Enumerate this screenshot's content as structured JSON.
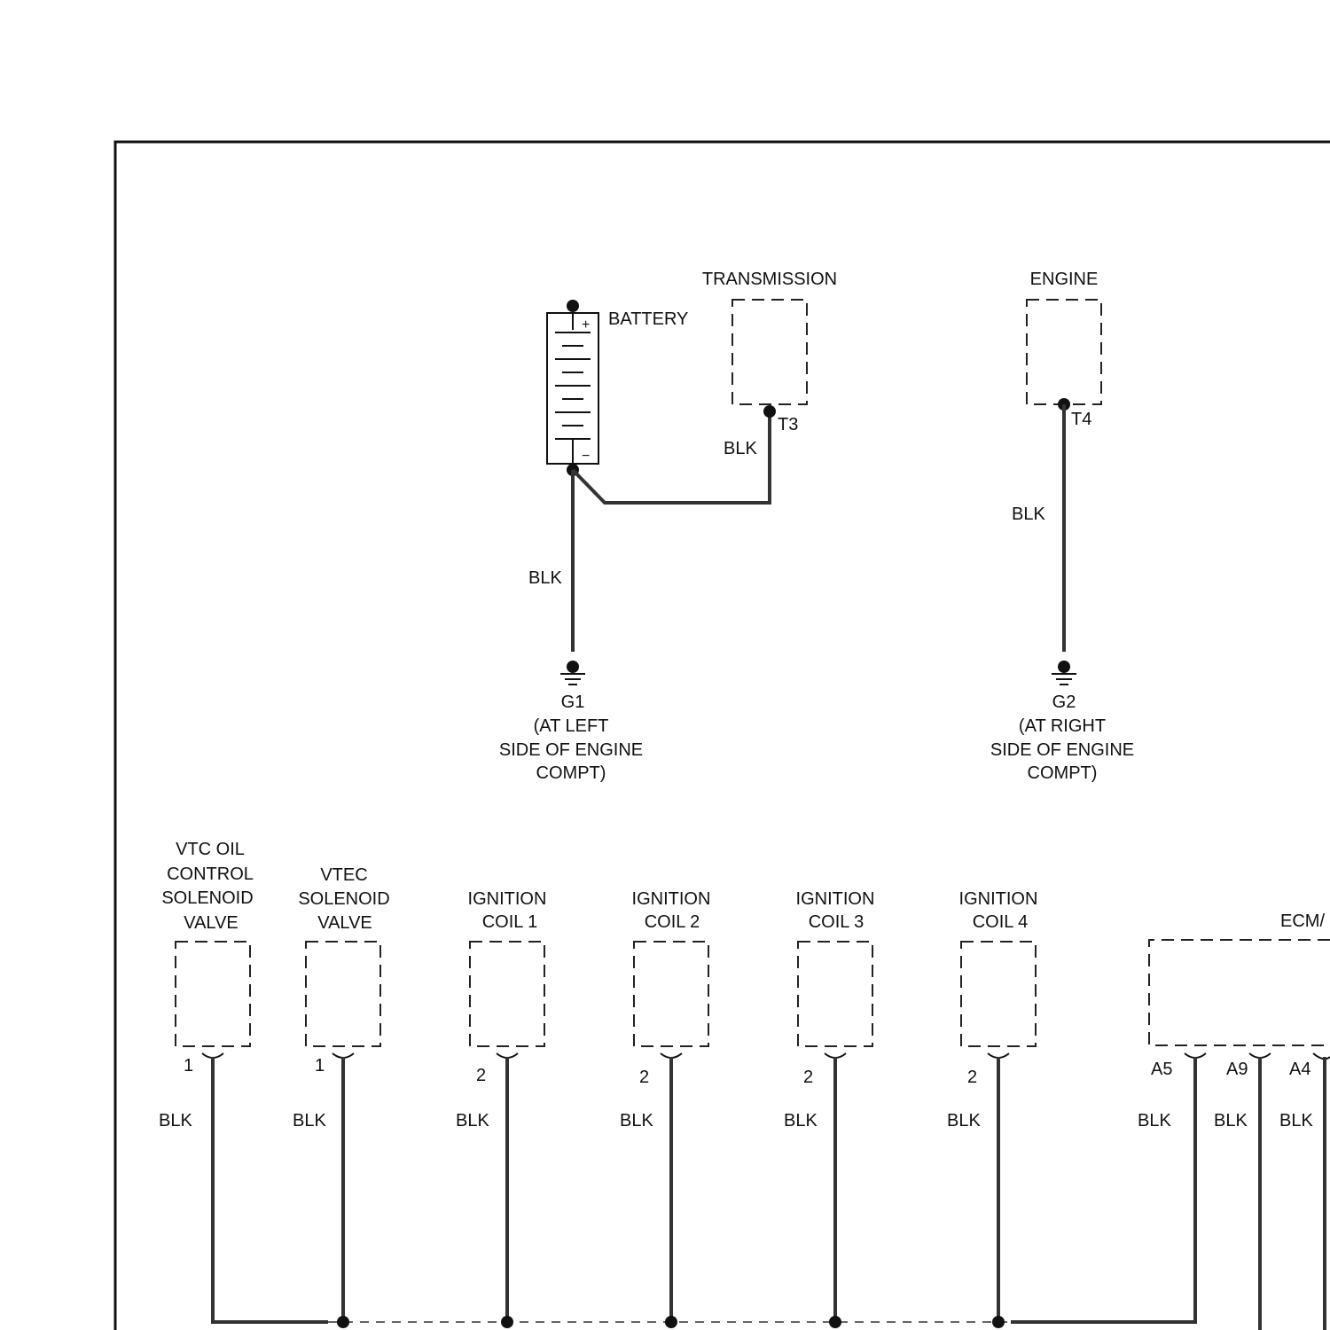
{
  "battery": {
    "label": "BATTERY",
    "plus": "+",
    "minus": "−"
  },
  "transmission": {
    "label": "TRANSMISSION",
    "terminal": "T3",
    "wire_color": "BLK"
  },
  "engine": {
    "label": "ENGINE",
    "terminal": "T4",
    "wire_color": "BLK"
  },
  "ground_g1": {
    "id": "G1",
    "location_lines": [
      "(AT LEFT",
      "SIDE OF ENGINE",
      "COMPT)"
    ],
    "wire_color": "BLK"
  },
  "ground_g2": {
    "id": "G2",
    "location_lines": [
      "(AT RIGHT",
      "SIDE OF ENGINE",
      "COMPT)"
    ],
    "wire_color": "BLK"
  },
  "components": [
    {
      "lines": [
        "VTC OIL",
        "CONTROL",
        "SOLENOID",
        "VALVE"
      ],
      "pin": "1",
      "wire_color": "BLK"
    },
    {
      "lines": [
        "VTEC",
        "SOLENOID",
        "VALVE"
      ],
      "pin": "1",
      "wire_color": "BLK"
    },
    {
      "lines": [
        "IGNITION",
        "COIL 1"
      ],
      "pin": "2",
      "wire_color": "BLK"
    },
    {
      "lines": [
        "IGNITION",
        "COIL 2"
      ],
      "pin": "2",
      "wire_color": "BLK"
    },
    {
      "lines": [
        "IGNITION",
        "COIL 3"
      ],
      "pin": "2",
      "wire_color": "BLK"
    },
    {
      "lines": [
        "IGNITION",
        "COIL 4"
      ],
      "pin": "2",
      "wire_color": "BLK"
    }
  ],
  "ecm": {
    "label": "ECM/",
    "pins": [
      {
        "pin": "A5",
        "wire_color": "BLK"
      },
      {
        "pin": "A9",
        "wire_color": "BLK"
      },
      {
        "pin": "A4",
        "wire_color": "BLK"
      }
    ]
  },
  "colors": {
    "wire": "#333333",
    "ink": "#111111"
  }
}
